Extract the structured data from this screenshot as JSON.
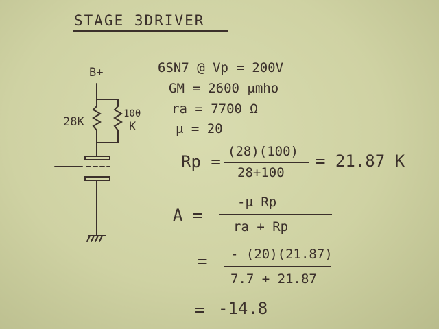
{
  "title": "STAGE 3DRIVER",
  "circuit": {
    "supply": "B+",
    "r1": "28K",
    "r2_top": "100",
    "r2_bottom": "K"
  },
  "specs": {
    "line1": "6SN7 @ Vp = 200V",
    "line2": "GM = 2600 μmho",
    "line3": "ra = 7700 Ω",
    "line4": "μ = 20"
  },
  "rp": {
    "lhs": "Rp =",
    "num": "(28)(100)",
    "den": "28+100",
    "result": "= 21.87 K"
  },
  "gain": {
    "lhs": "A =",
    "num": "-μ Rp",
    "den": "ra + Rp",
    "eq2": "=",
    "num2": "- (20)(21.87)",
    "den2": "7.7 + 21.87",
    "eq3": "=",
    "result": "-14.8"
  }
}
